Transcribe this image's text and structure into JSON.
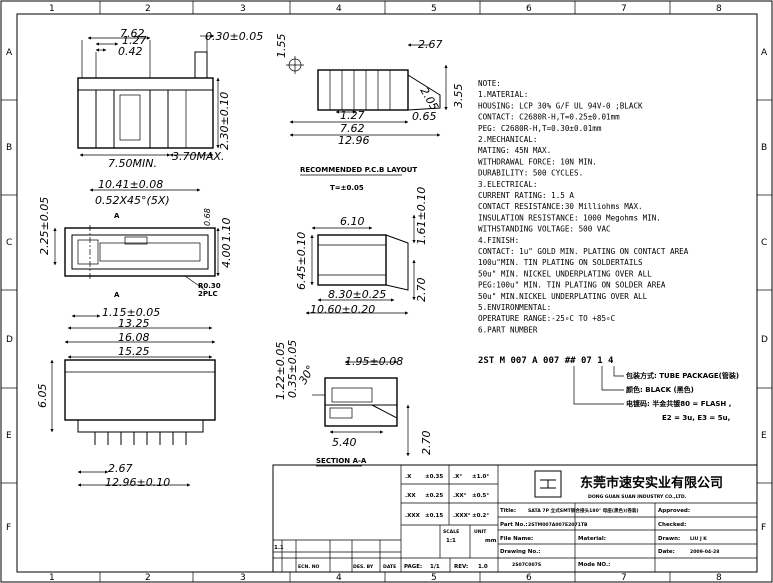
{
  "frame": {
    "columns": [
      "1",
      "2",
      "3",
      "4",
      "5",
      "6",
      "7",
      "8"
    ],
    "rows": [
      "A",
      "B",
      "C",
      "D",
      "E",
      "F"
    ]
  },
  "top_view": {
    "dims": [
      "7.62",
      "1.27",
      "0.42",
      "0.30±0.05",
      "2.30±0.10",
      "7.50MIN.",
      "3.70MAX."
    ]
  },
  "side_view": {
    "dims": [
      "1.55",
      "2.67",
      "2.05",
      "3.55",
      "1.27",
      "0.65",
      "7.62",
      "12.96"
    ]
  },
  "pcb_layout": {
    "title": "RECOMMENDED P.C.B LAYOUT",
    "tolerance": "T=±0.05",
    "dims": [
      "6.10",
      "6.45±0.10",
      "1.61±0.10",
      "8.30±0.25",
      "2.70",
      "10.60±0.20"
    ]
  },
  "front_view": {
    "dims": [
      "10.41±0.08",
      "0.52X45°(5X)",
      "2.25±0.05",
      "0.68",
      "1.10",
      "4.00",
      "1.15±0.05",
      "13.25",
      "16.08"
    ],
    "section_mark": "A",
    "callout": [
      "R0.30",
      "2PLC"
    ]
  },
  "bottom_view": {
    "dims": [
      "15.25",
      "6.05",
      "2.67",
      "12.96±0.10"
    ]
  },
  "section_view": {
    "dims": [
      "1.22±0.05",
      "0.35±0.05",
      "30°",
      "1.95±0.08",
      "5.40",
      "2.70"
    ],
    "label": "SECTION A-A"
  },
  "notes": {
    "lines": [
      "NOTE:",
      "1.MATERIAL:",
      "  HOUSING: LCP   30% G/F UL 94V-0 ;BLACK",
      "  CONTACT:  C2680R-H,T=0.25±0.01mm",
      "  PEG: C2680R-H,T=0.30±0.01mm",
      "2.MECHANICAL:",
      "  MATING: 45N MAX.",
      "  WITHDRAWAL FORCE: 10N MIN.",
      "  DURABILITY: 500 CYCLES.",
      "3.ELECTRICAL:",
      "  CURRENT RATING: 1.5 A",
      "  CONTACT RESISTANCE:30 Milliohms MAX.",
      "  INSULATION RESISTANCE: 1000 Megohms MIN.",
      "  WITHSTANDING VOLTAGE: 500 VAC",
      "4.FINISH:",
      "  CONTACT: 1u\" GOLD MIN. PLATING ON CONTACT AREA",
      "  100u\"MIN.  TIN PLATING ON SOLDERTAILS",
      "  50u\" MIN. NICKEL UNDERPLATING OVER ALL",
      "  PEG:100u\" MIN. TIN PLATING ON SOLDER AREA",
      "  50u\" MIN.NICKEL UNDERPLATING OVER ALL",
      "5.ENVIRONMENTAL:",
      "  OPERATURE RANGE:-25∘C TO +85∘C",
      "6.PART NUMBER"
    ]
  },
  "part_number": {
    "code": "2ST M 007 A 007 ## 07 1 4",
    "legend": [
      "包装方式: TUBE PACKAGE(管装)",
      "颜色: BLACK (黑色)",
      "电镀码: 半金共镀80 = FLASH ,",
      "E2 = 3u,   E3 = 5u,"
    ]
  },
  "title_block": {
    "company": "东莞市速安实业有限公司",
    "company_en": "DONG GUAN SUAN INDUSTRY CO.,LTD.",
    "tolerances": [
      [
        ".X",
        "±0.35",
        ".X°",
        "±1.0°"
      ],
      [
        ".XX",
        "±0.25",
        ".XX°",
        "±0.5°"
      ],
      [
        ".XXX",
        "±0.15",
        ".XXX°",
        "±0.2°"
      ]
    ],
    "title_label": "Title:",
    "title_value": "SATA 7P 立式SMT铆合接头180° 母座(黑色)(卷装)",
    "partno_label": "Part No.:",
    "partno_value": "2STM007A007E2071TB",
    "filename_label": "File Name:",
    "drawingno_label": "Drawing No.:",
    "drawingno_value": "2S07C007S",
    "material_label": "Material:",
    "modelno_label": "Mode NO.:",
    "approved_label": "Approved:",
    "checked_label": "Checked:",
    "drawn_label": "Drawn:",
    "drawn_value": "LIU J K",
    "date_label": "Date:",
    "date_value": "2009-04-28",
    "scale_label": "SCALE",
    "scale_value": "1:1",
    "unit_label": "UNIT",
    "unit_value": "mm",
    "page_label": "PAGE:",
    "page_value": "1/1",
    "rev_label": "REV:",
    "rev_value": "1.0",
    "rev_row": "1.1",
    "history": [
      "",
      "ECN. NO",
      "",
      "DES. BY",
      "DATE"
    ]
  }
}
